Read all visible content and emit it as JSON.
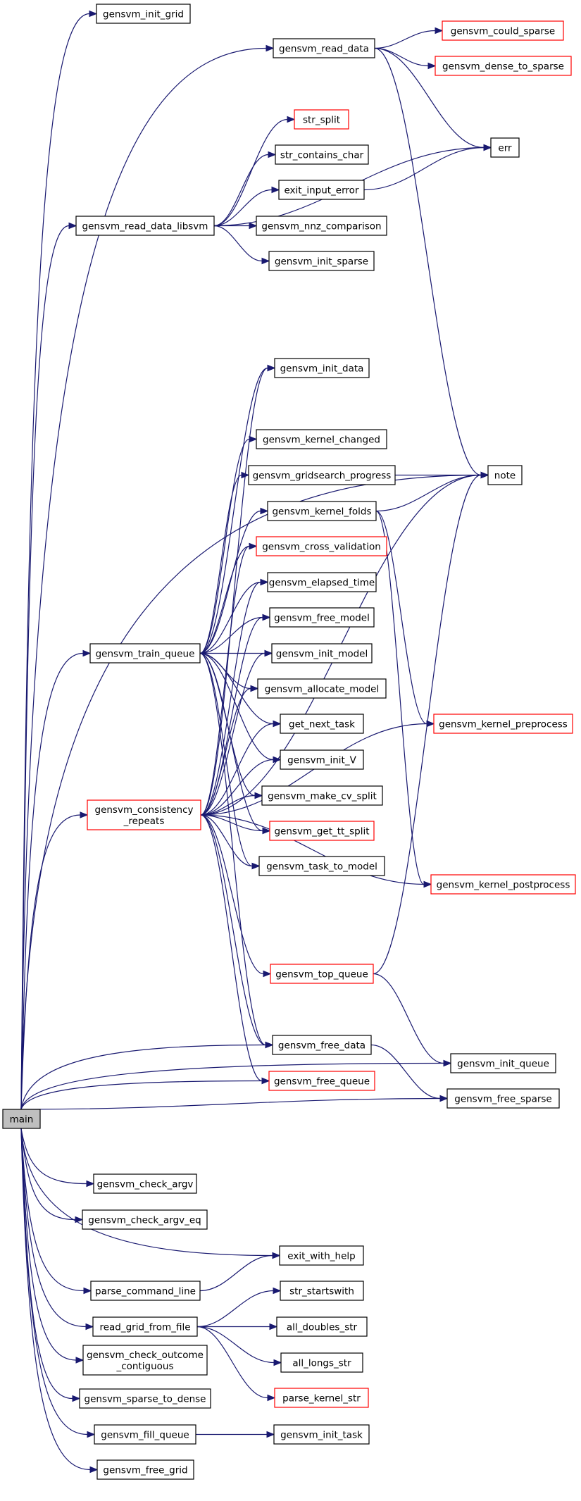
{
  "colors": {
    "edge": "#191970",
    "node_border_normal": "#000000",
    "node_border_truncated": "#ff0000",
    "root_fill": "#bfbfbf",
    "node_fill": "#ffffff"
  },
  "nodes": [
    {
      "id": "main",
      "lines": [
        "main"
      ],
      "style": "root"
    },
    {
      "id": "gensvm_init_grid",
      "lines": [
        "gensvm_init_grid"
      ],
      "style": "normal"
    },
    {
      "id": "gensvm_read_data",
      "lines": [
        "gensvm_read_data"
      ],
      "style": "normal"
    },
    {
      "id": "gensvm_could_sparse",
      "lines": [
        "gensvm_could_sparse"
      ],
      "style": "truncated"
    },
    {
      "id": "gensvm_dense_to_sparse",
      "lines": [
        "gensvm_dense_to_sparse"
      ],
      "style": "truncated"
    },
    {
      "id": "err",
      "lines": [
        "err"
      ],
      "style": "normal"
    },
    {
      "id": "str_split",
      "lines": [
        "str_split"
      ],
      "style": "truncated"
    },
    {
      "id": "str_contains_char",
      "lines": [
        "str_contains_char"
      ],
      "style": "normal"
    },
    {
      "id": "exit_input_error",
      "lines": [
        "exit_input_error"
      ],
      "style": "normal"
    },
    {
      "id": "gensvm_read_data_libsvm",
      "lines": [
        "gensvm_read_data_libsvm"
      ],
      "style": "normal"
    },
    {
      "id": "gensvm_nnz_comparison",
      "lines": [
        "gensvm_nnz_comparison"
      ],
      "style": "normal"
    },
    {
      "id": "gensvm_init_sparse",
      "lines": [
        "gensvm_init_sparse"
      ],
      "style": "normal"
    },
    {
      "id": "gensvm_init_data",
      "lines": [
        "gensvm_init_data"
      ],
      "style": "normal"
    },
    {
      "id": "gensvm_kernel_changed",
      "lines": [
        "gensvm_kernel_changed"
      ],
      "style": "normal"
    },
    {
      "id": "gensvm_gridsearch_progress",
      "lines": [
        "gensvm_gridsearch_progress"
      ],
      "style": "normal"
    },
    {
      "id": "note",
      "lines": [
        "note"
      ],
      "style": "normal"
    },
    {
      "id": "gensvm_kernel_folds",
      "lines": [
        "gensvm_kernel_folds"
      ],
      "style": "normal"
    },
    {
      "id": "gensvm_cross_validation",
      "lines": [
        "gensvm_cross_validation"
      ],
      "style": "truncated"
    },
    {
      "id": "gensvm_elapsed_time",
      "lines": [
        "gensvm_elapsed_time"
      ],
      "style": "normal"
    },
    {
      "id": "gensvm_free_model",
      "lines": [
        "gensvm_free_model"
      ],
      "style": "normal"
    },
    {
      "id": "gensvm_train_queue",
      "lines": [
        "gensvm_train_queue"
      ],
      "style": "normal"
    },
    {
      "id": "gensvm_init_model",
      "lines": [
        "gensvm_init_model"
      ],
      "style": "normal"
    },
    {
      "id": "gensvm_allocate_model",
      "lines": [
        "gensvm_allocate_model"
      ],
      "style": "normal"
    },
    {
      "id": "get_next_task",
      "lines": [
        "get_next_task"
      ],
      "style": "normal"
    },
    {
      "id": "gensvm_kernel_preprocess",
      "lines": [
        "gensvm_kernel_preprocess"
      ],
      "style": "truncated"
    },
    {
      "id": "gensvm_init_V",
      "lines": [
        "gensvm_init_V"
      ],
      "style": "normal"
    },
    {
      "id": "gensvm_consistency_repeats",
      "lines": [
        "gensvm_consistency",
        "_repeats"
      ],
      "style": "truncated"
    },
    {
      "id": "gensvm_make_cv_split",
      "lines": [
        "gensvm_make_cv_split"
      ],
      "style": "normal"
    },
    {
      "id": "gensvm_get_tt_split",
      "lines": [
        "gensvm_get_tt_split"
      ],
      "style": "truncated"
    },
    {
      "id": "gensvm_task_to_model",
      "lines": [
        "gensvm_task_to_model"
      ],
      "style": "normal"
    },
    {
      "id": "gensvm_kernel_postprocess",
      "lines": [
        "gensvm_kernel_postprocess"
      ],
      "style": "truncated"
    },
    {
      "id": "gensvm_top_queue",
      "lines": [
        "gensvm_top_queue"
      ],
      "style": "truncated"
    },
    {
      "id": "gensvm_free_data",
      "lines": [
        "gensvm_free_data"
      ],
      "style": "normal"
    },
    {
      "id": "gensvm_init_queue",
      "lines": [
        "gensvm_init_queue"
      ],
      "style": "normal"
    },
    {
      "id": "gensvm_free_queue",
      "lines": [
        "gensvm_free_queue"
      ],
      "style": "truncated"
    },
    {
      "id": "gensvm_free_sparse",
      "lines": [
        "gensvm_free_sparse"
      ],
      "style": "normal"
    },
    {
      "id": "gensvm_check_argv",
      "lines": [
        "gensvm_check_argv"
      ],
      "style": "normal"
    },
    {
      "id": "gensvm_check_argv_eq",
      "lines": [
        "gensvm_check_argv_eq"
      ],
      "style": "normal"
    },
    {
      "id": "exit_with_help",
      "lines": [
        "exit_with_help"
      ],
      "style": "normal"
    },
    {
      "id": "parse_command_line",
      "lines": [
        "parse_command_line"
      ],
      "style": "normal"
    },
    {
      "id": "str_startswith",
      "lines": [
        "str_startswith"
      ],
      "style": "normal"
    },
    {
      "id": "read_grid_from_file",
      "lines": [
        "read_grid_from_file"
      ],
      "style": "normal"
    },
    {
      "id": "all_doubles_str",
      "lines": [
        "all_doubles_str"
      ],
      "style": "normal"
    },
    {
      "id": "all_longs_str",
      "lines": [
        "all_longs_str"
      ],
      "style": "normal"
    },
    {
      "id": "parse_kernel_str",
      "lines": [
        "parse_kernel_str"
      ],
      "style": "truncated"
    },
    {
      "id": "gensvm_check_outcome_contiguous",
      "lines": [
        "gensvm_check_outcome",
        "_contiguous"
      ],
      "style": "normal"
    },
    {
      "id": "gensvm_sparse_to_dense",
      "lines": [
        "gensvm_sparse_to_dense"
      ],
      "style": "normal"
    },
    {
      "id": "gensvm_fill_queue",
      "lines": [
        "gensvm_fill_queue"
      ],
      "style": "normal"
    },
    {
      "id": "gensvm_init_task",
      "lines": [
        "gensvm_init_task"
      ],
      "style": "normal"
    },
    {
      "id": "gensvm_free_grid",
      "lines": [
        "gensvm_free_grid"
      ],
      "style": "normal"
    }
  ],
  "edges": [
    [
      "main",
      "gensvm_init_grid"
    ],
    [
      "main",
      "gensvm_read_data"
    ],
    [
      "main",
      "gensvm_read_data_libsvm"
    ],
    [
      "main",
      "note"
    ],
    [
      "main",
      "gensvm_train_queue"
    ],
    [
      "main",
      "gensvm_consistency_repeats"
    ],
    [
      "main",
      "gensvm_free_data"
    ],
    [
      "main",
      "gensvm_free_queue"
    ],
    [
      "main",
      "gensvm_init_queue"
    ],
    [
      "main",
      "gensvm_free_sparse"
    ],
    [
      "main",
      "gensvm_check_argv"
    ],
    [
      "main",
      "gensvm_check_argv_eq"
    ],
    [
      "main",
      "exit_with_help"
    ],
    [
      "main",
      "parse_command_line"
    ],
    [
      "main",
      "read_grid_from_file"
    ],
    [
      "main",
      "gensvm_check_outcome_contiguous"
    ],
    [
      "main",
      "gensvm_sparse_to_dense"
    ],
    [
      "main",
      "gensvm_fill_queue"
    ],
    [
      "main",
      "gensvm_free_grid"
    ],
    [
      "gensvm_read_data",
      "gensvm_could_sparse"
    ],
    [
      "gensvm_read_data",
      "gensvm_dense_to_sparse"
    ],
    [
      "gensvm_read_data",
      "err"
    ],
    [
      "gensvm_read_data",
      "note"
    ],
    [
      "gensvm_read_data_libsvm",
      "err"
    ],
    [
      "gensvm_read_data_libsvm",
      "str_split"
    ],
    [
      "gensvm_read_data_libsvm",
      "str_contains_char"
    ],
    [
      "gensvm_read_data_libsvm",
      "exit_input_error"
    ],
    [
      "gensvm_read_data_libsvm",
      "gensvm_nnz_comparison"
    ],
    [
      "gensvm_read_data_libsvm",
      "gensvm_init_sparse"
    ],
    [
      "exit_input_error",
      "err"
    ],
    [
      "gensvm_train_queue",
      "gensvm_init_data"
    ],
    [
      "gensvm_train_queue",
      "gensvm_kernel_changed"
    ],
    [
      "gensvm_train_queue",
      "gensvm_gridsearch_progress"
    ],
    [
      "gensvm_train_queue",
      "gensvm_kernel_folds"
    ],
    [
      "gensvm_train_queue",
      "gensvm_cross_validation"
    ],
    [
      "gensvm_train_queue",
      "gensvm_elapsed_time"
    ],
    [
      "gensvm_train_queue",
      "gensvm_free_model"
    ],
    [
      "gensvm_train_queue",
      "gensvm_init_model"
    ],
    [
      "gensvm_train_queue",
      "gensvm_allocate_model"
    ],
    [
      "gensvm_train_queue",
      "get_next_task"
    ],
    [
      "gensvm_train_queue",
      "gensvm_init_V"
    ],
    [
      "gensvm_train_queue",
      "gensvm_make_cv_split"
    ],
    [
      "gensvm_train_queue",
      "gensvm_get_tt_split"
    ],
    [
      "gensvm_train_queue",
      "gensvm_task_to_model"
    ],
    [
      "gensvm_train_queue",
      "gensvm_free_data"
    ],
    [
      "gensvm_gridsearch_progress",
      "note"
    ],
    [
      "gensvm_kernel_folds",
      "note"
    ],
    [
      "gensvm_kernel_folds",
      "gensvm_kernel_preprocess"
    ],
    [
      "gensvm_kernel_folds",
      "gensvm_kernel_postprocess"
    ],
    [
      "gensvm_consistency_repeats",
      "gensvm_init_data"
    ],
    [
      "gensvm_consistency_repeats",
      "note"
    ],
    [
      "gensvm_consistency_repeats",
      "gensvm_cross_validation"
    ],
    [
      "gensvm_consistency_repeats",
      "gensvm_elapsed_time"
    ],
    [
      "gensvm_consistency_repeats",
      "gensvm_free_model"
    ],
    [
      "gensvm_consistency_repeats",
      "gensvm_init_model"
    ],
    [
      "gensvm_consistency_repeats",
      "gensvm_allocate_model"
    ],
    [
      "gensvm_consistency_repeats",
      "get_next_task"
    ],
    [
      "gensvm_consistency_repeats",
      "gensvm_init_V"
    ],
    [
      "gensvm_consistency_repeats",
      "gensvm_make_cv_split"
    ],
    [
      "gensvm_consistency_repeats",
      "gensvm_get_tt_split"
    ],
    [
      "gensvm_consistency_repeats",
      "gensvm_task_to_model"
    ],
    [
      "gensvm_consistency_repeats",
      "gensvm_kernel_preprocess"
    ],
    [
      "gensvm_consistency_repeats",
      "gensvm_kernel_postprocess"
    ],
    [
      "gensvm_consistency_repeats",
      "gensvm_top_queue"
    ],
    [
      "gensvm_consistency_repeats",
      "gensvm_free_data"
    ],
    [
      "gensvm_consistency_repeats",
      "gensvm_free_queue"
    ],
    [
      "gensvm_top_queue",
      "note"
    ],
    [
      "gensvm_top_queue",
      "gensvm_init_queue"
    ],
    [
      "gensvm_free_data",
      "gensvm_free_sparse"
    ],
    [
      "parse_command_line",
      "exit_with_help"
    ],
    [
      "read_grid_from_file",
      "str_startswith"
    ],
    [
      "read_grid_from_file",
      "all_doubles_str"
    ],
    [
      "read_grid_from_file",
      "all_longs_str"
    ],
    [
      "read_grid_from_file",
      "parse_kernel_str"
    ],
    [
      "gensvm_fill_queue",
      "gensvm_init_task"
    ]
  ]
}
